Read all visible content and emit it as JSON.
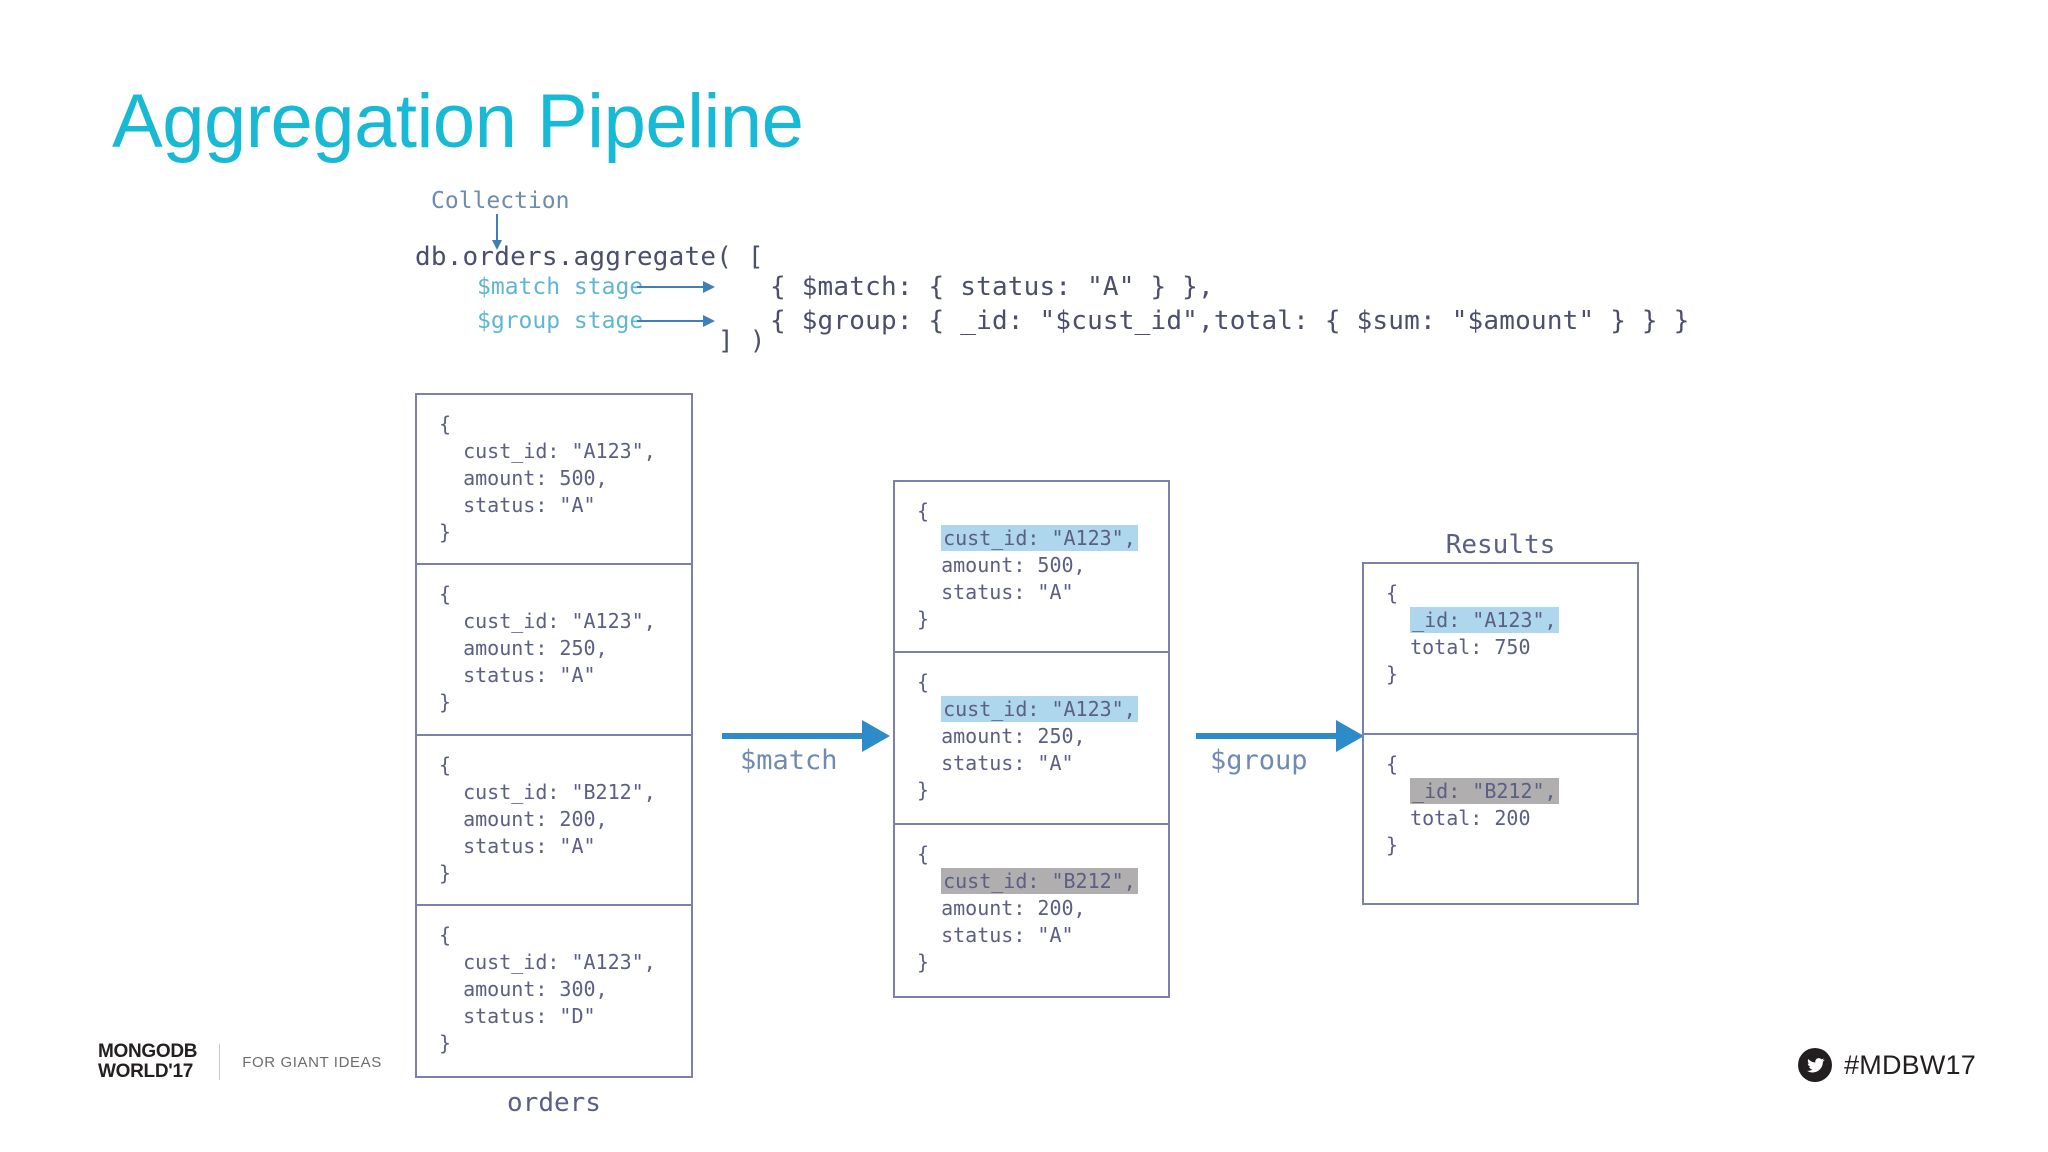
{
  "slide": {
    "title": "Aggregation Pipeline",
    "title_color": "#17b9d4"
  },
  "code": {
    "collection_callout": "Collection",
    "line_invoke": "db.orders.aggregate( [",
    "line_close": "] )",
    "stage_labels": [
      {
        "label": "$match stage"
      },
      {
        "label": "$group stage"
      }
    ],
    "stages": [
      {
        "text": "{ $match: { status: \"A\" } },"
      },
      {
        "text": "{ $group: { _id: \"$cust_id\",total: { $sum: \"$amount\" } } }"
      }
    ]
  },
  "orders": {
    "caption": "orders",
    "documents": [
      {
        "open": "{",
        "cust_id": "  cust_id: \"A123\",",
        "amount": "  amount: 500,",
        "status": "  status: \"A\"",
        "close": "}"
      },
      {
        "open": "{",
        "cust_id": "  cust_id: \"A123\",",
        "amount": "  amount: 250,",
        "status": "  status: \"A\"",
        "close": "}"
      },
      {
        "open": "{",
        "cust_id": "  cust_id: \"B212\",",
        "amount": "  amount: 200,",
        "status": "  status: \"A\"",
        "close": "}"
      },
      {
        "open": "{",
        "cust_id": "  cust_id: \"A123\",",
        "amount": "  amount: 300,",
        "status": "  status: \"D\"",
        "close": "}"
      }
    ]
  },
  "matched": {
    "documents": [
      {
        "open": "{",
        "cust_id": "cust_id: \"A123\",",
        "highlight": "blue",
        "amount": "amount: 500,",
        "status": "status: \"A\"",
        "close": "}"
      },
      {
        "open": "{",
        "cust_id": "cust_id: \"A123\",",
        "highlight": "blue",
        "amount": "amount: 250,",
        "status": "status: \"A\"",
        "close": "}"
      },
      {
        "open": "{",
        "cust_id": "cust_id: \"B212\",",
        "highlight": "gray",
        "amount": "amount: 200,",
        "status": "status: \"A\"",
        "close": "}"
      }
    ]
  },
  "results": {
    "caption": "Results",
    "documents": [
      {
        "open": "{",
        "id": "_id: \"A123\",",
        "highlight": "blue",
        "total": "total: 750",
        "close": "}"
      },
      {
        "open": "{",
        "id": "_id: \"B212\",",
        "highlight": "gray",
        "total": "total: 200",
        "close": "}"
      }
    ]
  },
  "flow": {
    "match_label": "$match",
    "group_label": "$group",
    "arrow_color": "#2e8bc9"
  },
  "footer": {
    "logo_line1": "MONGODB",
    "logo_line2": "WORLD'17",
    "tagline": "FOR GIANT IDEAS",
    "hashtag": "#MDBW17",
    "social_icon": "twitter-icon"
  },
  "highlight_colors": {
    "blue": "#aed6ec",
    "gray": "#b0aeae"
  }
}
